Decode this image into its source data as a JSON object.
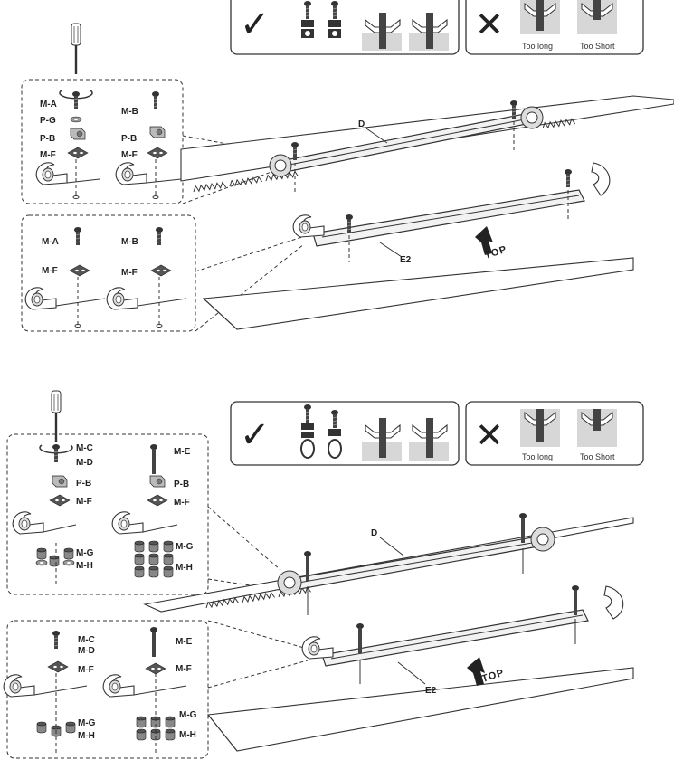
{
  "figure_1": {
    "correct_box": {
      "check_symbol": "✓"
    },
    "wrong_box": {
      "cross_symbol": "✕",
      "labels": [
        "Too long",
        "Too Short"
      ]
    },
    "detail_upper": {
      "left_labels": [
        "M-A",
        "P-G",
        "P-B",
        "M-F"
      ],
      "right_labels": [
        "M-B",
        "P-B",
        "M-F"
      ]
    },
    "detail_lower": {
      "left_labels": [
        "M-A",
        "M-F"
      ],
      "right_labels": [
        "M-B",
        "M-F"
      ]
    },
    "rail_labels": {
      "upper": "D",
      "lower": "E2"
    },
    "direction": "TOP"
  },
  "figure_2": {
    "correct_box": {
      "check_symbol": "✓"
    },
    "wrong_box": {
      "cross_symbol": "✕",
      "labels": [
        "Too long",
        "Too Short"
      ]
    },
    "detail_upper": {
      "left_labels": [
        "M-C",
        "M-D",
        "P-B",
        "M-F",
        "M-G",
        "M-H"
      ],
      "right_labels": [
        "M-E",
        "P-B",
        "M-F",
        "M-G",
        "M-H"
      ]
    },
    "detail_lower": {
      "left_labels": [
        "M-C",
        "M-D",
        "M-F",
        "M-G",
        "M-H"
      ],
      "right_labels": [
        "M-E",
        "M-F",
        "M-G",
        "M-H"
      ]
    },
    "rail_labels": {
      "upper": "D",
      "lower": "E2"
    },
    "direction": "TOP"
  },
  "icons": [
    "screwdriver-icon",
    "screw-icon",
    "washer-icon",
    "bracket-icon",
    "plate-icon",
    "spacer-icon",
    "check-icon",
    "cross-icon",
    "top-arrow-icon"
  ]
}
